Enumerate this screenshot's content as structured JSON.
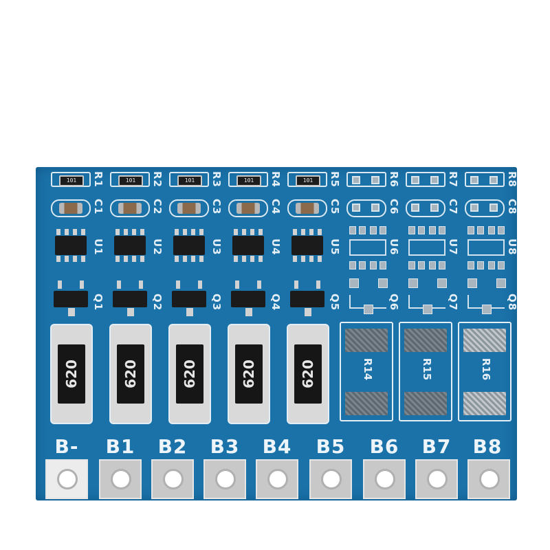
{
  "image": {
    "subject": "printed-circuit-board",
    "colors": {
      "background": "#ffffff",
      "pcb": "#1a72a8",
      "silkscreen": "#e6f1f8",
      "pads": "#c8c8c8"
    }
  },
  "rows": {
    "resistors": [
      {
        "ref": "R1",
        "marking": "101"
      },
      {
        "ref": "R2",
        "marking": "101"
      },
      {
        "ref": "R3",
        "marking": "101"
      },
      {
        "ref": "R4",
        "marking": "101"
      },
      {
        "ref": "R5",
        "marking": "101"
      },
      {
        "ref": "R6",
        "marking": ""
      },
      {
        "ref": "R7",
        "marking": ""
      },
      {
        "ref": "R8",
        "marking": ""
      }
    ],
    "capacitors": [
      {
        "ref": "C1"
      },
      {
        "ref": "C2"
      },
      {
        "ref": "C3"
      },
      {
        "ref": "C4"
      },
      {
        "ref": "C5"
      },
      {
        "ref": "C6"
      },
      {
        "ref": "C7"
      },
      {
        "ref": "C8"
      }
    ],
    "ics": [
      {
        "ref": "U1"
      },
      {
        "ref": "U2"
      },
      {
        "ref": "U3"
      },
      {
        "ref": "U4"
      },
      {
        "ref": "U5"
      },
      {
        "ref": "U6"
      },
      {
        "ref": "U7"
      },
      {
        "ref": "U8"
      }
    ],
    "mosfets": [
      {
        "ref": "Q1"
      },
      {
        "ref": "Q2"
      },
      {
        "ref": "Q3"
      },
      {
        "ref": "Q4"
      },
      {
        "ref": "Q5"
      },
      {
        "ref": "Q6"
      },
      {
        "ref": "Q7"
      },
      {
        "ref": "Q8"
      }
    ],
    "power_resistors": [
      {
        "marking": "620"
      },
      {
        "marking": "620"
      },
      {
        "marking": "620"
      },
      {
        "marking": "620"
      },
      {
        "marking": "620"
      }
    ],
    "shunt_footprints": [
      {
        "ref": "R14"
      },
      {
        "ref": "R15"
      },
      {
        "ref": "R16"
      }
    ],
    "terminals": [
      {
        "label": "B-"
      },
      {
        "label": "B1"
      },
      {
        "label": "B2"
      },
      {
        "label": "B3"
      },
      {
        "label": "B4"
      },
      {
        "label": "B5"
      },
      {
        "label": "B6"
      },
      {
        "label": "B7"
      },
      {
        "label": "B8"
      }
    ]
  }
}
